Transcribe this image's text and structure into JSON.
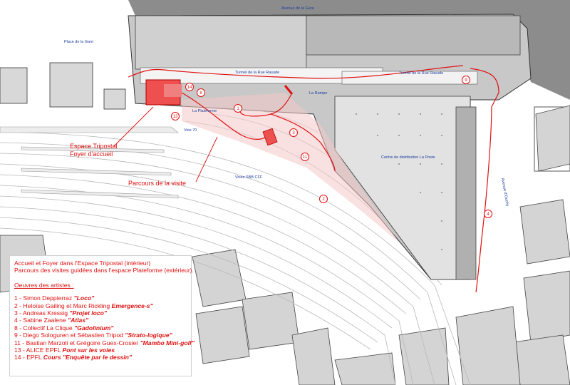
{
  "street_labels": {
    "avenue_gare": "Avenue de la Gare",
    "place_gare": "Place de la Gare",
    "tunnel_left": "Tunnel de la Rue Rasude",
    "tunnel_right": "Tunnel de la Rue Rasude",
    "la_rampe": "La Rampe",
    "la_plateforme": "La Plateforme",
    "voie_tl": "Voie 70",
    "voies_cff": "Voies SBB CFF",
    "centre_poste": "Centre de distribution La Poste",
    "avenue_ouchy": "Avenue d'Ouchy"
  },
  "callouts": {
    "espace_line1": "Espace Tripostal",
    "espace_line2": "Foyer d'accueil",
    "parcours": "Parcours de la visite"
  },
  "markers": [
    "1",
    "2",
    "3",
    "4",
    "8",
    "9",
    "11",
    "13",
    "14"
  ],
  "legend": {
    "intro_line1": "Accueil et Foyer dans l'Espace Tripostal (intérieur)",
    "intro_line2": "Parcours des visites guidées dans l'espace Plateforme (extérieur).",
    "title": "Oeuvres des artistes :",
    "items": [
      {
        "num": "1 - ",
        "artist": "Simon Deppierraz ",
        "work": "\"Loco\""
      },
      {
        "num": "2 - ",
        "artist": "Heloïse Gailing et Marc Rickling ",
        "work": "Emergence-s\""
      },
      {
        "num": "3 - ",
        "artist": "Andreas Kressig ",
        "work": "\"Projet loco\""
      },
      {
        "num": "4 - ",
        "artist": "Sabine Zaalene ",
        "work": "\"Atlas\""
      },
      {
        "num": "8 - ",
        "artist": "Collectif La Clique ",
        "work": "\"Gadolinium\""
      },
      {
        "num": "9 - ",
        "artist": "Diego Sologuren et Sébastien Tripod ",
        "work": "\"Strato-logique\""
      },
      {
        "num": "11 - ",
        "artist": "Bastian Marzoli et Grégoire Guex-Crosier ",
        "work": "\"Mambo Mini-golf\""
      },
      {
        "num": "13 - ",
        "artist": "ALICE EPFL ",
        "work": "Pont sur les voies"
      },
      {
        "num": "14 - ",
        "artist": "EPFL ",
        "work": "Cours \"Enquête par le dessin\""
      }
    ]
  },
  "colors": {
    "route": "#e01010",
    "building_gray": "#c8c8c8",
    "dark_street": "#8c8c8c",
    "label_blue": "#2040a0",
    "tracks": "#b8b8b8"
  }
}
